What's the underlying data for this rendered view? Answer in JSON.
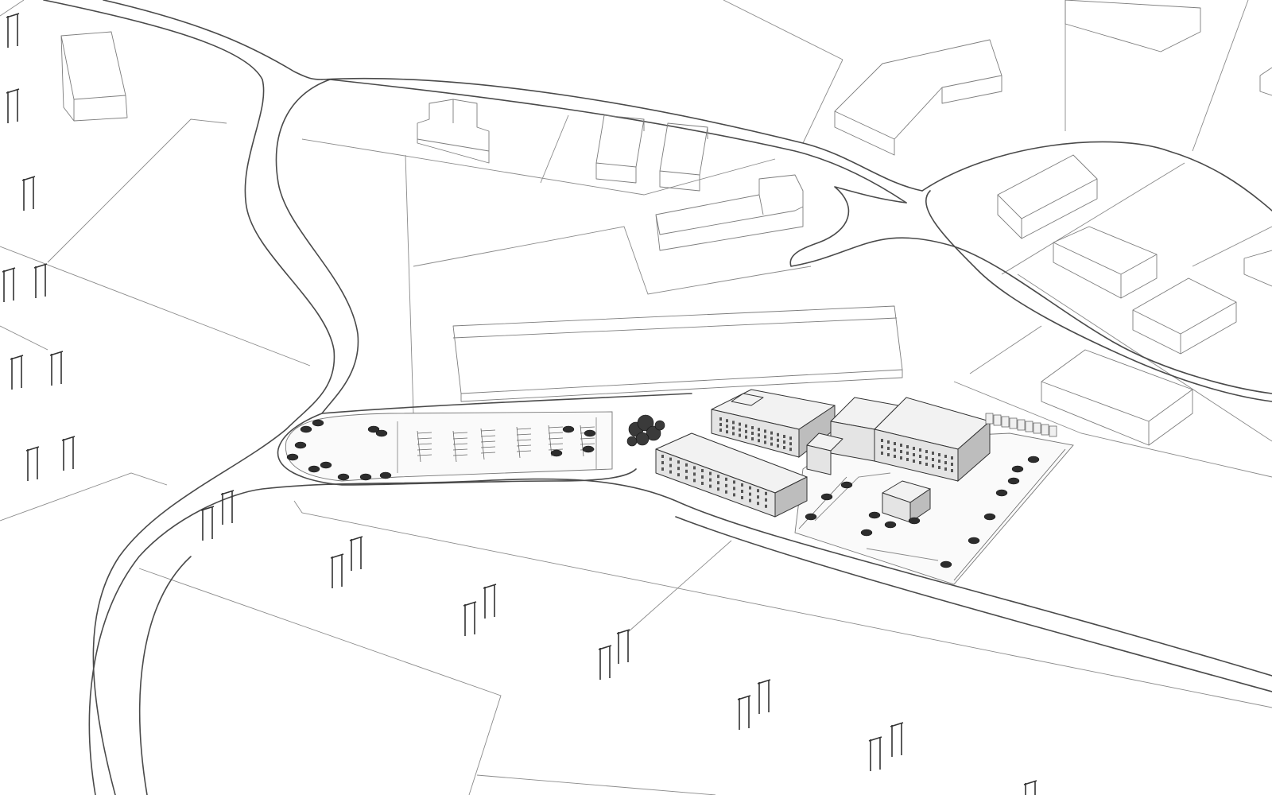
{
  "colors": {
    "background": "#ffffff",
    "line": "#4a4a4a",
    "building_outline": "#7d7d7d",
    "new_building_roof": "#f2f2f2",
    "new_building_wall": "#e4e4e4",
    "vehicles": "#2d2d2d"
  },
  "elements": {
    "roads": "road-network",
    "context_buildings": "wireframe-building",
    "new_complex": "rendered-building",
    "power_line": "pylon",
    "parking": "parking-lot",
    "vehicles": "vehicle",
    "trees": "tree-cluster"
  }
}
